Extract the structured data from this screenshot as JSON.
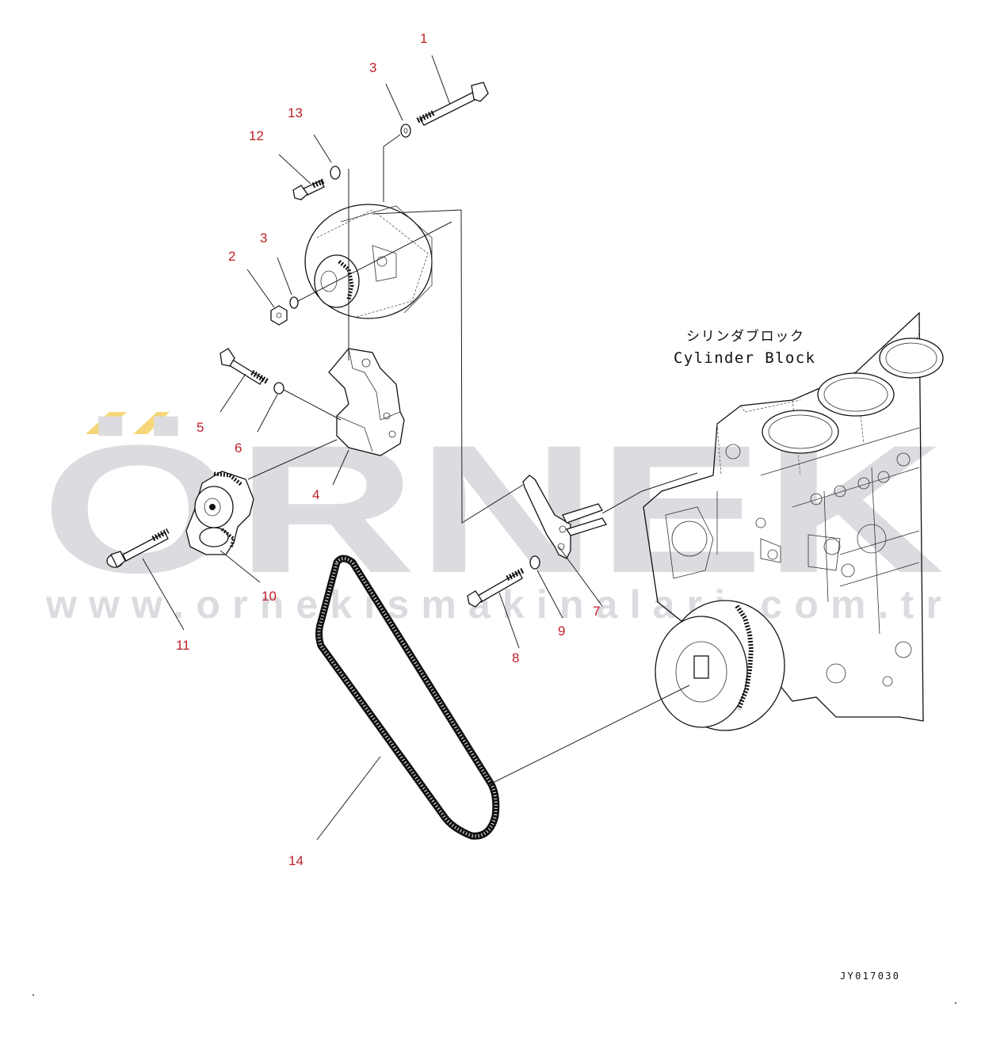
{
  "diagram": {
    "cylinder_block_label_jp": "シリンダブロック",
    "cylinder_block_label_en": "Cylinder Block",
    "drawing_code": "JY017030",
    "watermark": {
      "brand": "ÖRNEK",
      "url": "www.ornekismakinalari.com.tr"
    },
    "part_numbers": {
      "p1": "1",
      "p2": "2",
      "p3_top": "3",
      "p3_mid": "3",
      "p4": "4",
      "p5": "5",
      "p6": "6",
      "p7": "7",
      "p8": "8",
      "p9": "9",
      "p10": "10",
      "p11": "11",
      "p12": "12",
      "p13": "13",
      "p14": "14"
    },
    "colors": {
      "part_number": "#c0202a",
      "watermark_gray": "#dcdbe0",
      "watermark_yellow": "#f5d77a",
      "line_ink": "#111111"
    }
  }
}
